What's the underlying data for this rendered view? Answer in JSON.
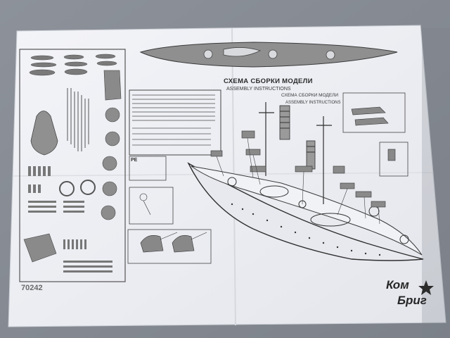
{
  "sheet": {
    "title_ru": "СХЕМА СБОРКИ МОДЕЛИ",
    "title_en": "ASSEMBLY INSTRUCTIONS",
    "inset_title_ru": "СХЕМА СБОРКИ МОДЕЛИ",
    "inset_title_en": "ASSEMBLY INSTRUCTIONS",
    "kit_number": "70242",
    "photo_etch_label": "PE"
  },
  "brand": {
    "name_line1": "Ком",
    "name_line2": "Бриг",
    "icon": "star-icon"
  },
  "colors": {
    "wall": "#8a8f97",
    "paper": "#eeeff4",
    "ink": "#3a3a3a"
  }
}
